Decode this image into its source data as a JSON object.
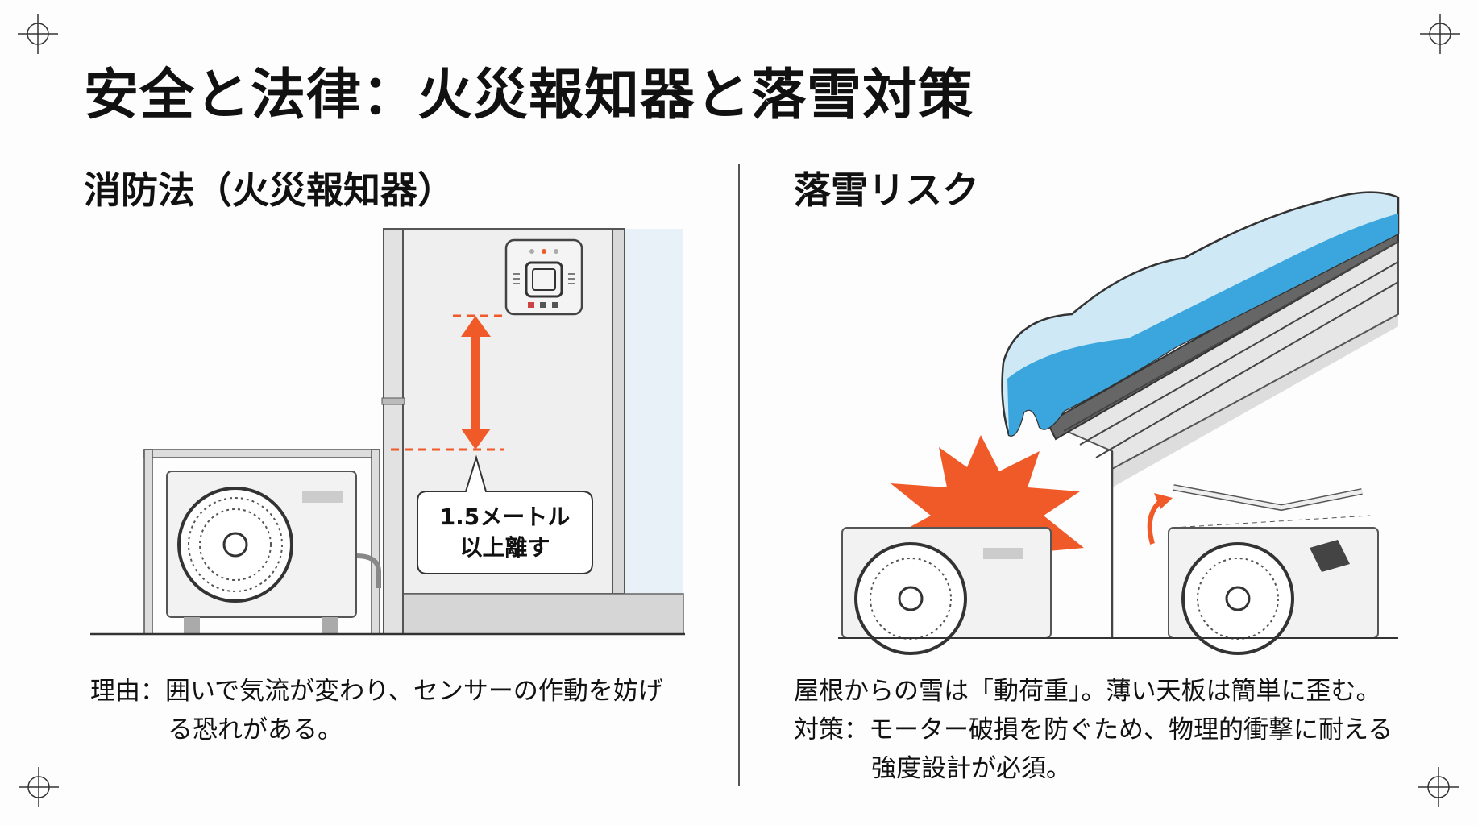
{
  "title": "安全と法律：火災報知器と落雪対策",
  "left": {
    "heading": "消防法（火災報知器）",
    "callout": {
      "line1": "1.5メートル",
      "line2": "以上離す"
    },
    "text": {
      "line1": "理由：囲いで気流が変わり、センサーの作動を妨げ",
      "line2": "る恐れがある。"
    }
  },
  "right": {
    "heading": "落雪リスク",
    "text": {
      "line1": "屋根からの雪は「動荷重」。薄い天板は簡単に歪む。",
      "line2": "対策：モーター破損を防ぐため、物理的衝撃に耐える",
      "line3": "強度設計が必須。"
    }
  },
  "colors": {
    "accent": "#f05a28",
    "snow": "#3aa6dd",
    "snow_light": "#cfe8f5"
  }
}
